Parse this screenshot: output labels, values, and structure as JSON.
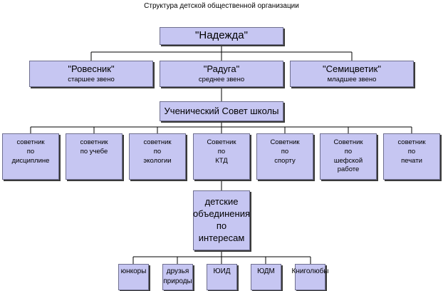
{
  "title": "Структура детской общественной организации",
  "root": {
    "label": "\"Надежда\""
  },
  "groups": [
    {
      "label": "\"Ровесник\"",
      "sublabel": "старшее звено"
    },
    {
      "label": "\"Радуга\"",
      "sublabel": "среднее звено"
    },
    {
      "label": "\"Семицветик\"",
      "sublabel": "младшее звено"
    }
  ],
  "council": {
    "label": "Ученический Совет школы"
  },
  "advisors": [
    {
      "lines": [
        "советник",
        "по",
        "дисциплине"
      ]
    },
    {
      "lines": [
        "советник",
        "по учебе"
      ]
    },
    {
      "lines": [
        "советник",
        "по",
        "экологии"
      ]
    },
    {
      "lines": [
        "Советник",
        "по",
        "КТД"
      ]
    },
    {
      "lines": [
        "Советник",
        "по",
        "спорту"
      ]
    },
    {
      "lines": [
        "Советник",
        "по",
        "шефской",
        "работе"
      ]
    },
    {
      "lines": [
        "советник",
        "по",
        "печати"
      ]
    }
  ],
  "associations": {
    "lines": [
      "детские",
      "объединения",
      "по",
      "интересам"
    ]
  },
  "clubs": [
    {
      "lines": [
        "юнкоры"
      ]
    },
    {
      "lines": [
        "друзья",
        "природы"
      ]
    },
    {
      "lines": [
        "ЮИД"
      ]
    },
    {
      "lines": [
        "ЮДМ"
      ]
    },
    {
      "lines": [
        "Книголюбы"
      ]
    }
  ]
}
